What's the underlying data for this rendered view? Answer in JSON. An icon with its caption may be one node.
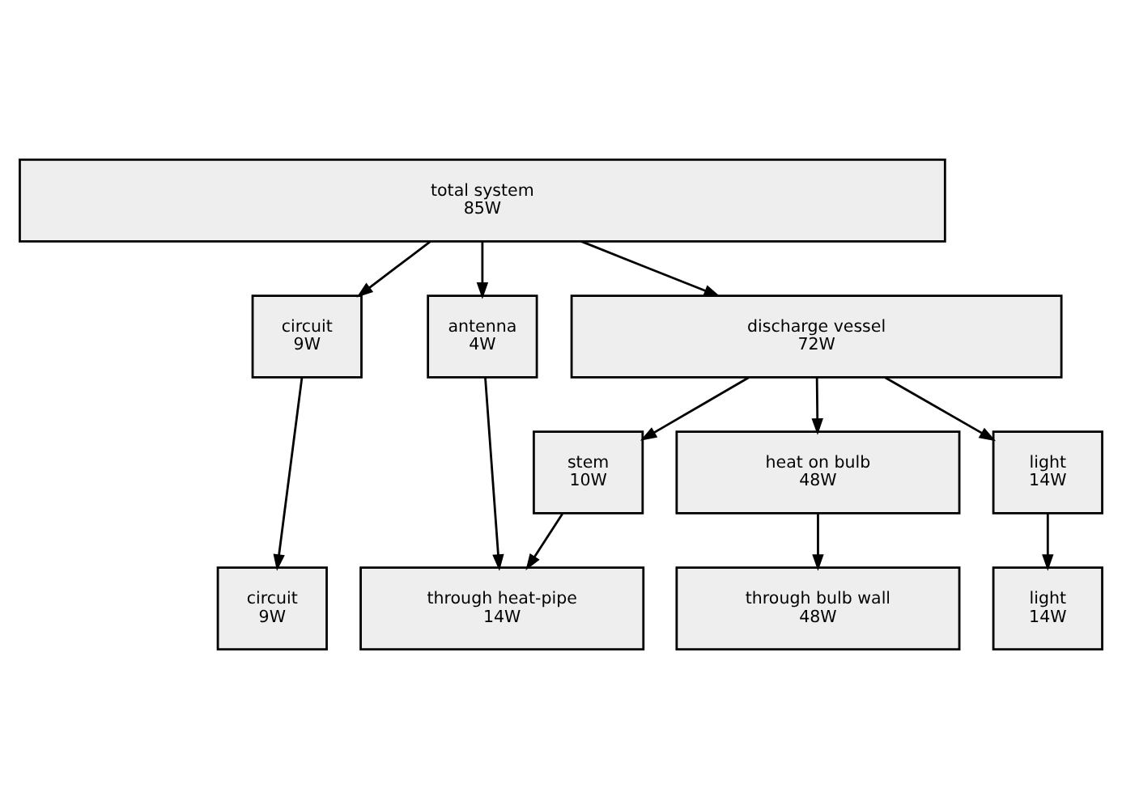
{
  "diagram": {
    "nodes": [
      {
        "text": [
          "total system 85W"
        ]
      },
      {
        "text": [
          "circuit 9W"
        ]
      },
      {
        "text": [
          "antenna 4W"
        ]
      },
      {
        "text": [
          "discharge vessel 72W"
        ]
      },
      {
        "text": [
          "stem 10W"
        ]
      },
      {
        "text": [
          "heat on bulb 48W"
        ]
      },
      {
        "text": [
          "light 14W"
        ]
      },
      {
        "text": [
          "circuit 9W"
        ]
      },
      {
        "text": [
          "through heat-pipe 14W"
        ]
      },
      {
        "text": [
          "through bulb wall 48W"
        ]
      },
      {
        "text": [
          "light 14W"
        ]
      }
    ],
    "edges": [
      {
        "from": 0,
        "to": 1,
        "arrow": "to"
      },
      {
        "from": 0,
        "to": 2,
        "arrow": "to"
      },
      {
        "from": 0,
        "to": 3,
        "arrow": "to"
      },
      {
        "from": 3,
        "to": 4,
        "arrow": "to"
      },
      {
        "from": 3,
        "to": 5,
        "arrow": "to"
      },
      {
        "from": 3,
        "to": 6,
        "arrow": "to"
      },
      {
        "from": 1,
        "to": 7,
        "arrow": "to"
      },
      {
        "from": 2,
        "to": 8,
        "arrow": "to"
      },
      {
        "from": 4,
        "to": 8,
        "arrow": "to"
      },
      {
        "from": 5,
        "to": 9,
        "arrow": "to"
      },
      {
        "from": 6,
        "to": 10,
        "arrow": "to"
      }
    ]
  }
}
